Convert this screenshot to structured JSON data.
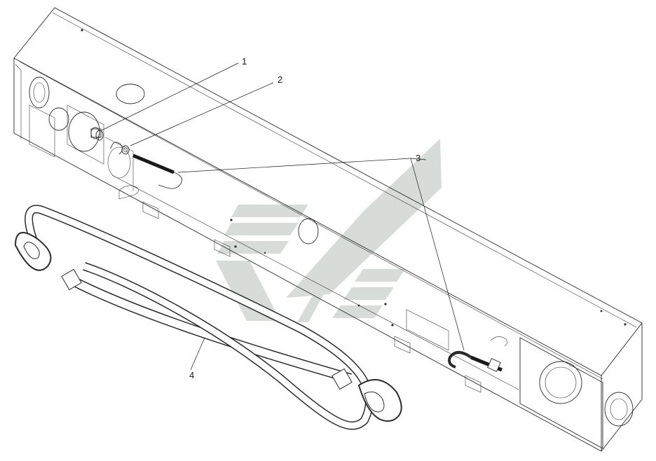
{
  "callouts": [
    {
      "id": "1",
      "label": "1",
      "part": "fitting"
    },
    {
      "id": "2",
      "label": "2",
      "part": "washer"
    },
    {
      "id": "3",
      "label": "3",
      "part": "hook-bolt"
    },
    {
      "id": "4",
      "label": "4",
      "part": "tow-cable"
    }
  ],
  "colors": {
    "line": "#2a2a2a",
    "watermark": "#d6dad6",
    "background": "#ffffff"
  },
  "icons": {
    "watermark": "logo-watermark-icon"
  }
}
